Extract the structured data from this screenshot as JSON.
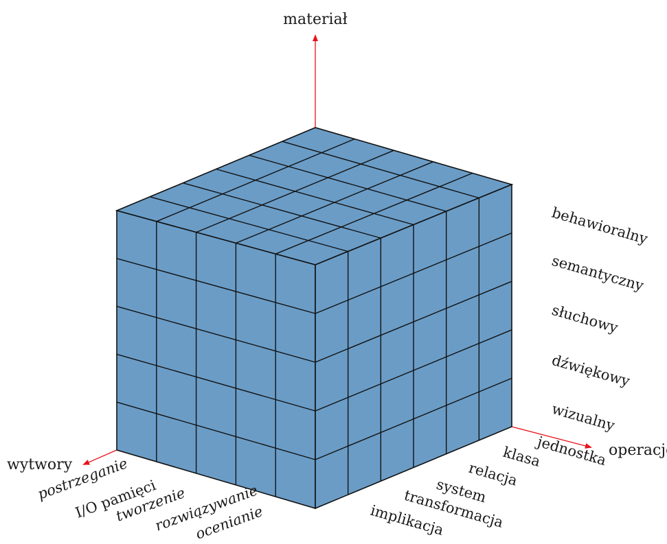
{
  "axes": {
    "vertical": "materiał",
    "right": "operacje",
    "left": "wytwory"
  },
  "labels": {
    "material": [
      "wizualny",
      "dźwiękowy",
      "słuchowy",
      "semantyczny",
      "behawioralny"
    ],
    "operations": [
      "implikacja",
      "transformacja",
      "system",
      "relacja",
      "klasa",
      "jednostka"
    ],
    "products": [
      "postrzeganie",
      "I/O pamięci",
      "tworzenie",
      "rozwiązywanie",
      "ocenianie"
    ]
  },
  "colors": {
    "cube_fill": "#6a9cc6",
    "grid_line": "#111111",
    "axis": "#e8111a"
  }
}
